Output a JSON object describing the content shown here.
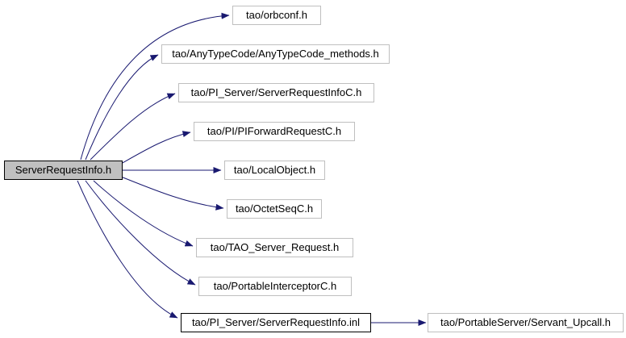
{
  "diagram": {
    "source": {
      "label": "ServerRequestInfo.h"
    },
    "includes": [
      {
        "label": "tao/orbconf.h"
      },
      {
        "label": "tao/AnyTypeCode/AnyTypeCode_methods.h"
      },
      {
        "label": "tao/PI_Server/ServerRequestInfoC.h"
      },
      {
        "label": "tao/PI/PIForwardRequestC.h"
      },
      {
        "label": "tao/LocalObject.h"
      },
      {
        "label": "tao/OctetSeqC.h"
      },
      {
        "label": "tao/TAO_Server_Request.h"
      },
      {
        "label": "tao/PortableInterceptorC.h"
      },
      {
        "label": "tao/PI_Server/ServerRequestInfo.inl"
      }
    ],
    "secondary": {
      "label": "tao/PortableServer/Servant_Upcall.h"
    }
  },
  "colors": {
    "edge": "#191970",
    "node_border": "#bfbfbf",
    "node_fill": "#ffffff",
    "source_fill": "#c0c0c0",
    "highlight_border": "#000000",
    "text": "#000000"
  }
}
